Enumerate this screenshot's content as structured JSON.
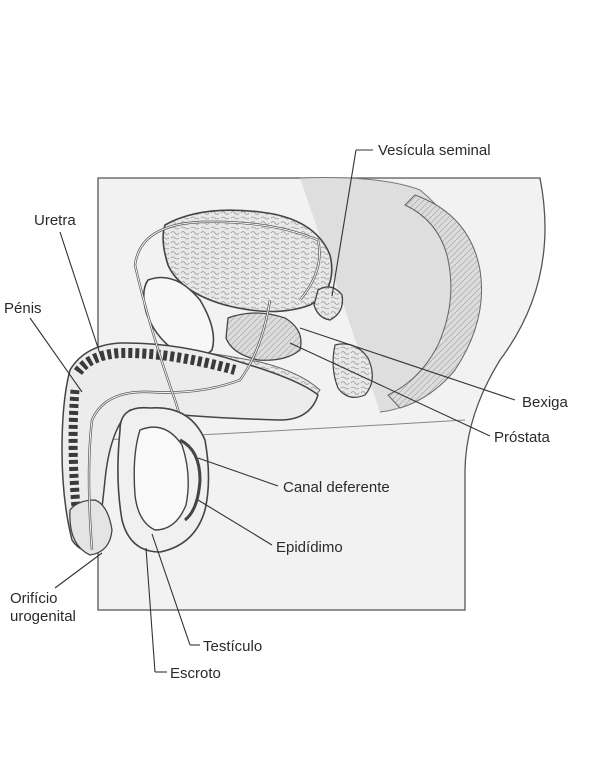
{
  "labels": {
    "vesicula_seminal": "Vesícula seminal",
    "uretra": "Uretra",
    "penis": "Pénis",
    "bexiga": "Bexiga",
    "prostata": "Próstata",
    "canal_deferente": "Canal deferente",
    "epididimo": "Epidídimo",
    "orificio_line1": "Orifício",
    "orificio_line2": "urogenital",
    "testiculo": "Testículo",
    "escroto": "Escroto"
  }
}
